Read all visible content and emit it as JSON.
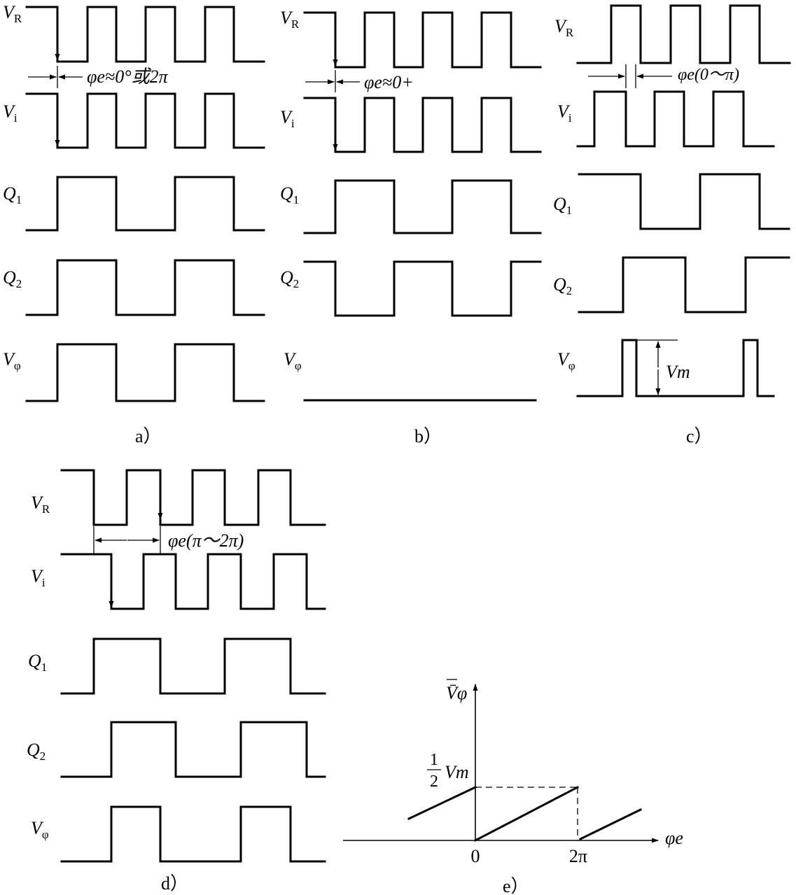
{
  "panels": {
    "a": {
      "caption": "a）",
      "phase_note": "φe≈0°或2π",
      "labels": {
        "vr": "V",
        "vr_sub": "R",
        "vi": "V",
        "vi_sub": "i",
        "q1": "Q",
        "q1_sub": "1",
        "q2": "Q",
        "q2_sub": "2",
        "vphi": "V",
        "vphi_sub": "φ"
      }
    },
    "b": {
      "caption": "b）",
      "phase_note": "φe≈0+",
      "labels": {
        "vr": "V",
        "vr_sub": "R",
        "vi": "V",
        "vi_sub": "i",
        "q1": "Q",
        "q1_sub": "1",
        "q2": "Q",
        "q2_sub": "2",
        "vphi": "V",
        "vphi_sub": "φ"
      }
    },
    "c": {
      "caption": "c）",
      "phase_note": "φe(0～π)",
      "vm_label": "Vm",
      "labels": {
        "vr": "V",
        "vr_sub": "R",
        "vi": "V",
        "vi_sub": "i",
        "q1": "Q",
        "q1_sub": "1",
        "q2": "Q",
        "q2_sub": "2",
        "vphi": "V",
        "vphi_sub": "φ"
      }
    },
    "d": {
      "caption": "d）",
      "phase_note": "φe(π～2π)",
      "labels": {
        "vr": "V",
        "vr_sub": "R",
        "vi": "V",
        "vi_sub": "i",
        "q1": "Q",
        "q1_sub": "1",
        "q2": "Q",
        "q2_sub": "2",
        "vphi": "V",
        "vphi_sub": "φ"
      }
    },
    "e": {
      "caption": "e）",
      "y_axis": "V̄φ",
      "x_axis": "φe",
      "half_vm_num": "1",
      "half_vm_den": "2",
      "half_vm_sym": "Vm",
      "tick_zero": "0",
      "tick_two_pi": "2π"
    }
  }
}
